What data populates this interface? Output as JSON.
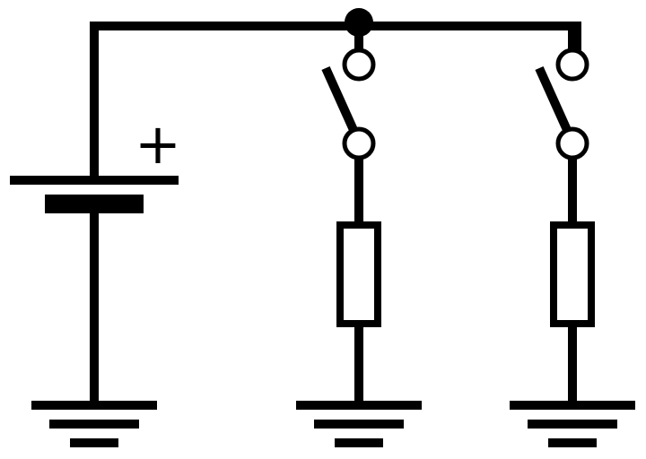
{
  "diagram": {
    "type": "circuit-schematic",
    "battery": {
      "polarity_label": "+"
    },
    "branches": [
      {
        "switch": "open",
        "component": "resistor"
      },
      {
        "switch": "open",
        "component": "resistor"
      }
    ],
    "colors": {
      "line": "#000000",
      "background": "#ffffff"
    }
  }
}
